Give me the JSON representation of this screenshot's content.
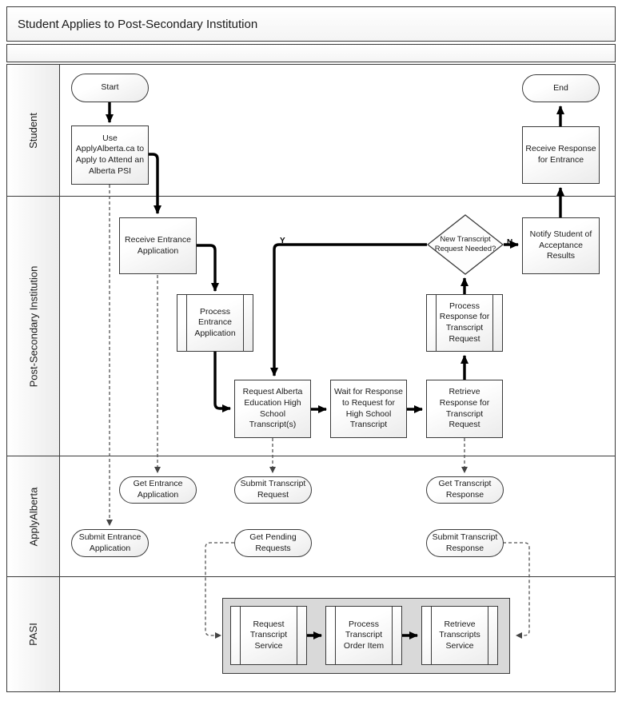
{
  "title": "Student Applies to Post-Secondary Institution",
  "lanes": [
    {
      "label": "Student"
    },
    {
      "label": "Post-Secondary Institution"
    },
    {
      "label": "ApplyAlberta"
    },
    {
      "label": "PASI"
    }
  ],
  "nodes": {
    "start": "Start",
    "use_applyalberta": "Use ApplyAlberta.ca to Apply to Attend an Alberta PSI",
    "receive_response_entrance": "Receive Response for Entrance",
    "end": "End",
    "receive_entrance_application": "Receive Entrance Application",
    "process_entrance_application": "Process Entrance Application",
    "request_transcripts": "Request Alberta Education High School Transcript(s)",
    "wait_response": "Wait for Response to Request for High School Transcript",
    "retrieve_response": "Retrieve Response for Transcript Request",
    "process_response": "Process Response for Transcript Request",
    "decision_new_request": "New Transcript Request Needed?",
    "notify_student": "Notify Student of Acceptance Results",
    "get_entrance_application": "Get Entrance Application",
    "submit_transcript_request": "Submit Transcript Request",
    "get_transcript_response": "Get Transcript Response",
    "submit_entrance_application": "Submit Entrance Application",
    "get_pending_requests": "Get Pending Requests",
    "submit_transcript_response": "Submit Transcript Response",
    "request_transcript_service": "Request Transcript Service",
    "process_transcript_order_item": "Process Transcript Order Item",
    "retrieve_transcripts_service": "Retrieve Transcripts Service"
  },
  "edge_labels": {
    "yes": "Y",
    "no": "N"
  },
  "colors": {
    "border": "#3a3a3a",
    "arrow": "#000000",
    "dashed_arrow": "#555555",
    "group_fill": "#d9d9d9",
    "node_fill_top": "#ffffff",
    "node_fill_bottom": "#ebebeb"
  }
}
